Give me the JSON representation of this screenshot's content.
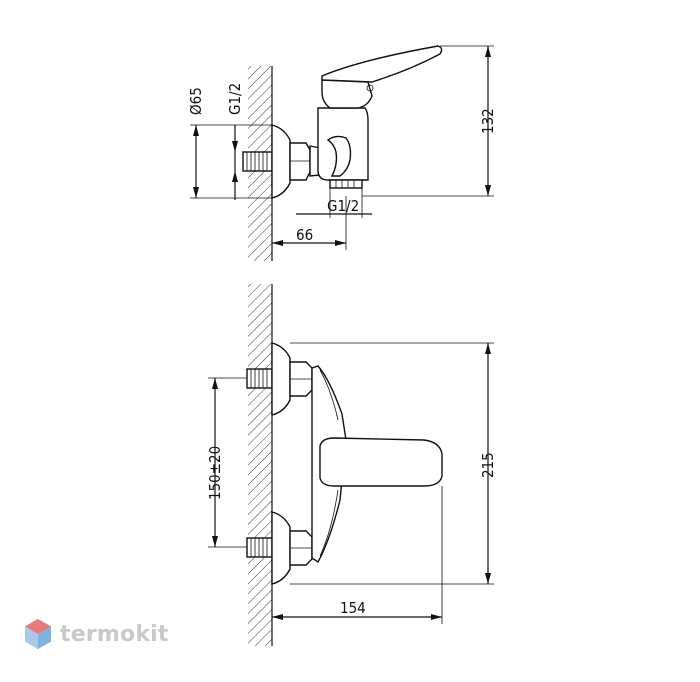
{
  "dimensions": {
    "diameter": "Ø65",
    "thread_left": "G1/2",
    "thread_bottom": "G1/2",
    "height_top": "132",
    "depth_top": "66",
    "spacing": "150±20",
    "height_front": "215",
    "reach": "154"
  },
  "brand": {
    "name": "termokit",
    "color": "#c9c9cc",
    "icon": "hexagon-logo-icon"
  }
}
